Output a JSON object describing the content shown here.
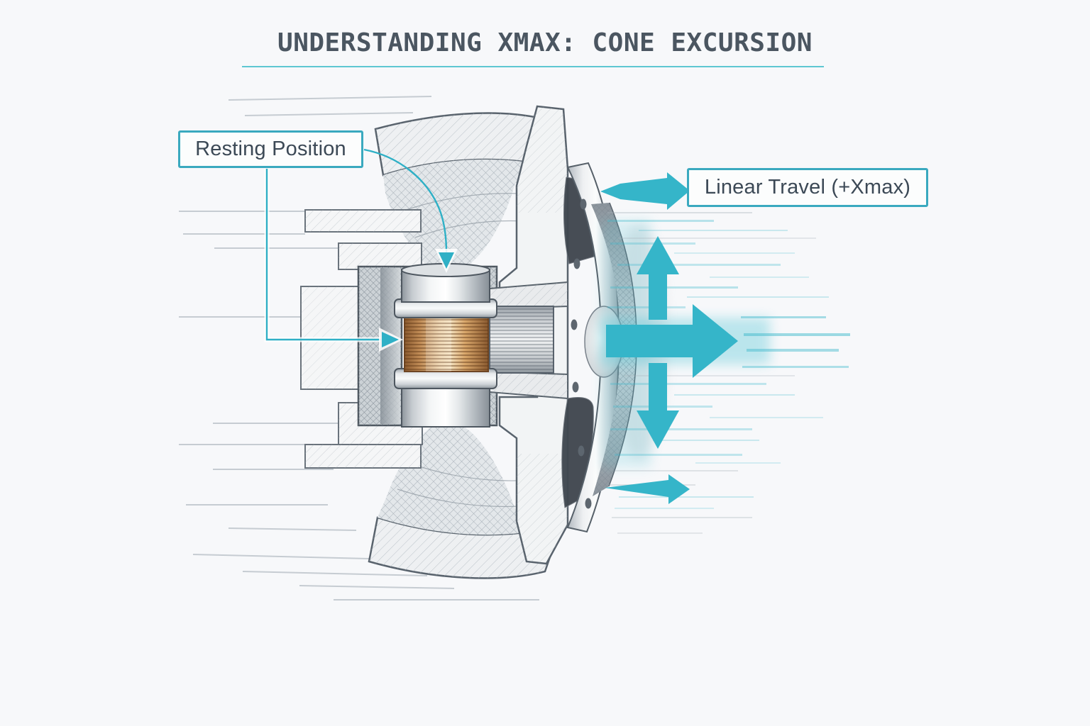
{
  "title": {
    "text": "UNDERSTANDING XMAX: CONE EXCURSION"
  },
  "callouts": {
    "resting_position": {
      "label": "Resting Position",
      "points_to": "voice coil at rest position"
    },
    "linear_travel": {
      "label": "Linear Travel (+Xmax)",
      "points_to": "forward cone excursion"
    }
  },
  "diagram": {
    "subject": "loudspeaker driver cross-section, pencil-sketch style",
    "parts": [
      "magnet assembly",
      "voice coil with copper windings",
      "voice coil former",
      "pole piece",
      "top plate",
      "back plate",
      "frame",
      "mounting flange with bolt holes",
      "cone",
      "dust cap",
      "surround"
    ],
    "motion_arrows": [
      "large forward arrow (right)",
      "upward arrow",
      "downward arrow",
      "small forward arrow into Linear Travel label",
      "small forward arrow at cone bottom"
    ]
  },
  "colors": {
    "background": "#f7f8fa",
    "accent_teal": "#35b5c9",
    "leader_teal": "#2fb0c6",
    "callout_border": "#3aa9bf",
    "title_text": "#4b5661",
    "callout_text": "#3c4956",
    "title_underline": "#5ec7d2",
    "copper_coil": "#c08952",
    "sketch_line": "#59636d"
  }
}
